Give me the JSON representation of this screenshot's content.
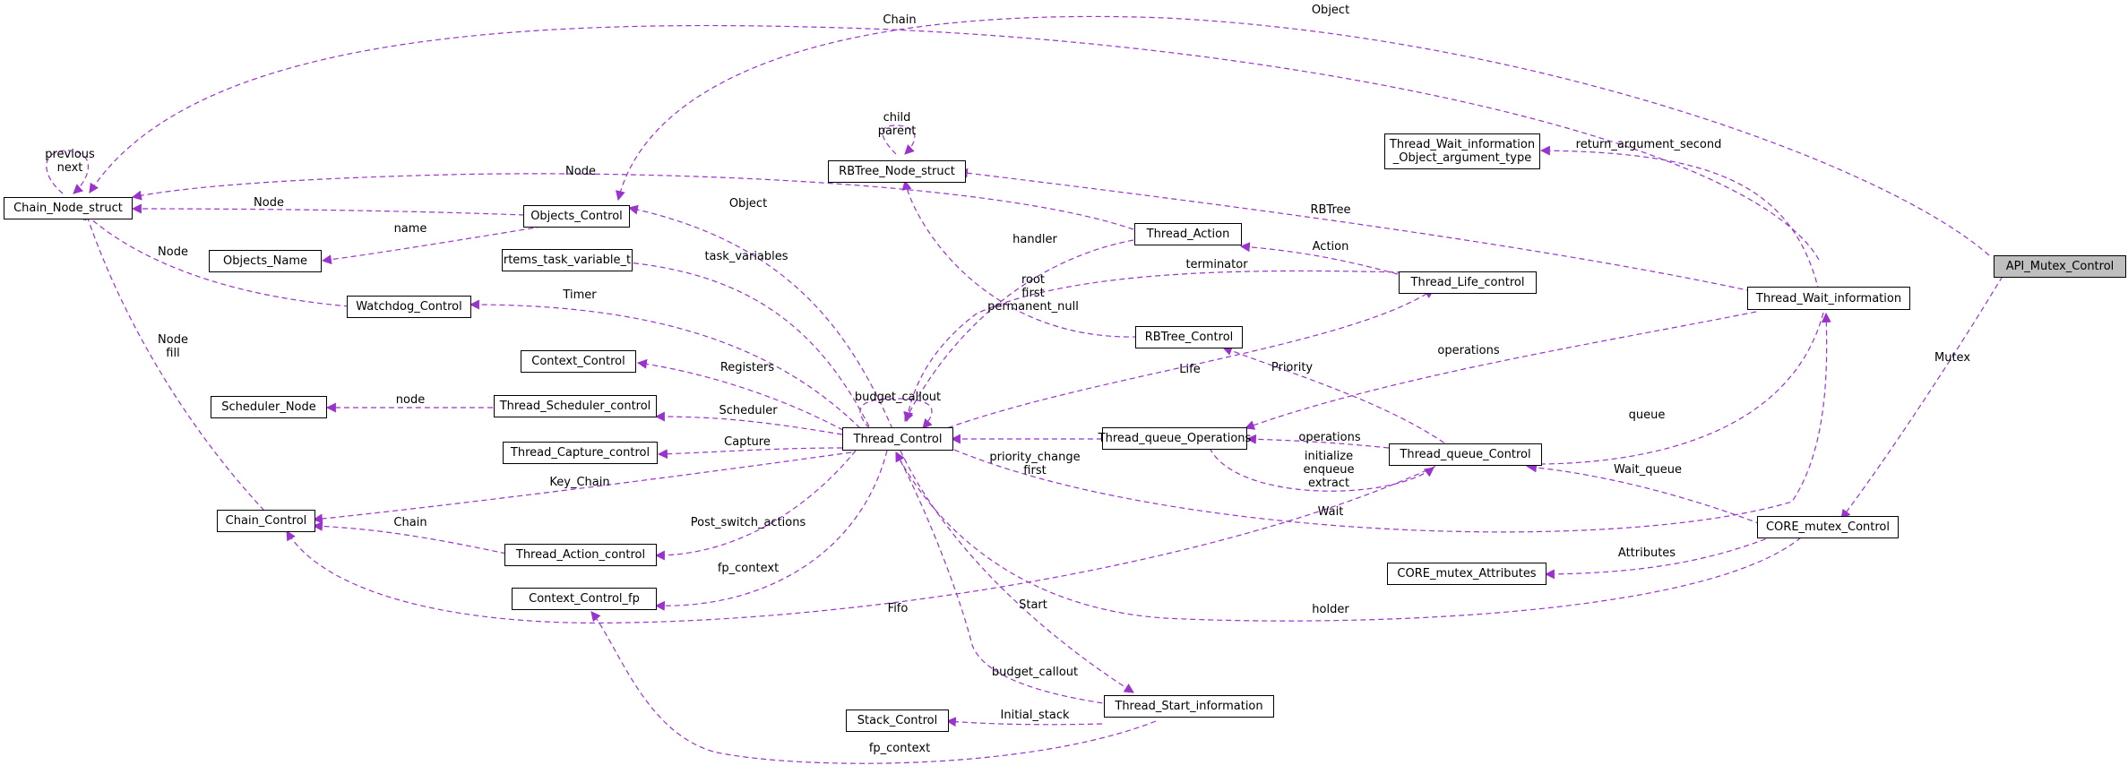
{
  "colors": {
    "edge": "#9a32cd",
    "node_border": "#000000",
    "focus_fill": "#bfbfbf"
  },
  "nodes": {
    "chain_node_struct": "Chain_Node_struct",
    "objects_control": "Objects_Control",
    "objects_name": "Objects_Name",
    "rbtree_node_struct": "RBTree_Node_struct",
    "thread_wait_info_obj_arg": [
      "Thread_Wait_information",
      "_Object_argument_type"
    ],
    "api_mutex_control": "API_Mutex_Control",
    "rtems_task_variable_t": "rtems_task_variable_t",
    "thread_action": "Thread_Action",
    "watchdog_control": "Watchdog_Control",
    "thread_life_control": "Thread_Life_control",
    "thread_wait_information": "Thread_Wait_information",
    "rbtree_control": "RBTree_Control",
    "context_control": "Context_Control",
    "scheduler_node": "Scheduler_Node",
    "thread_scheduler_control": "Thread_Scheduler_control",
    "thread_control": "Thread_Control",
    "thread_queue_operations": "Thread_queue_Operations",
    "thread_capture_control": "Thread_Capture_control",
    "thread_queue_control": "Thread_queue_Control",
    "chain_control": "Chain_Control",
    "core_mutex_control": "CORE_mutex_Control",
    "thread_action_control": "Thread_Action_control",
    "core_mutex_attributes": "CORE_mutex_Attributes",
    "context_control_fp": "Context_Control_fp",
    "stack_control": "Stack_Control",
    "thread_start_information": "Thread_Start_information"
  },
  "edge_labels": {
    "chain": [
      "Chain"
    ],
    "object_top": [
      "Object"
    ],
    "previous_next": [
      "previous",
      "next"
    ],
    "child_parent": [
      "child",
      "parent"
    ],
    "return_argument_second": [
      "return_argument_second"
    ],
    "node_rbtree_top": [
      "Node"
    ],
    "node_objects": [
      "Node"
    ],
    "object_thread": [
      "Object"
    ],
    "rbtree": [
      "RBTree"
    ],
    "name": [
      "name"
    ],
    "handler": [
      "handler"
    ],
    "task_variables": [
      "task_variables"
    ],
    "action": [
      "Action"
    ],
    "node_watchdog": [
      "Node"
    ],
    "terminator": [
      "terminator"
    ],
    "timer": [
      "Timer"
    ],
    "root_first_permanent_null": [
      "root",
      "first",
      "permanent_null"
    ],
    "node_fill": [
      "Node",
      "fill"
    ],
    "mutex": [
      "Mutex"
    ],
    "operations_top": [
      "operations"
    ],
    "life": [
      "Life"
    ],
    "priority": [
      "Priority"
    ],
    "registers": [
      "Registers"
    ],
    "budget_callout_self": [
      "budget_callout"
    ],
    "node_sched": [
      "node"
    ],
    "scheduler": [
      "Scheduler"
    ],
    "queue": [
      "queue"
    ],
    "priority_change_first": [
      "priority_change",
      "first"
    ],
    "operations_q": [
      "operations"
    ],
    "capture": [
      "Capture"
    ],
    "initialize_enqueue_extract": [
      "initialize",
      "enqueue",
      "extract"
    ],
    "wait_queue": [
      "Wait_queue"
    ],
    "key_chain": [
      "Key_Chain"
    ],
    "wait": [
      "Wait"
    ],
    "chain_action": [
      "Chain"
    ],
    "post_switch_actions": [
      "Post_switch_actions"
    ],
    "attributes": [
      "Attributes"
    ],
    "fp_context_1": [
      "fp_context"
    ],
    "start": [
      "Start"
    ],
    "fifo": [
      "Fifo"
    ],
    "holder": [
      "holder"
    ],
    "budget_callout_start": [
      "budget_callout"
    ],
    "initial_stack": [
      "Initial_stack"
    ],
    "fp_context_2": [
      "fp_context"
    ]
  }
}
